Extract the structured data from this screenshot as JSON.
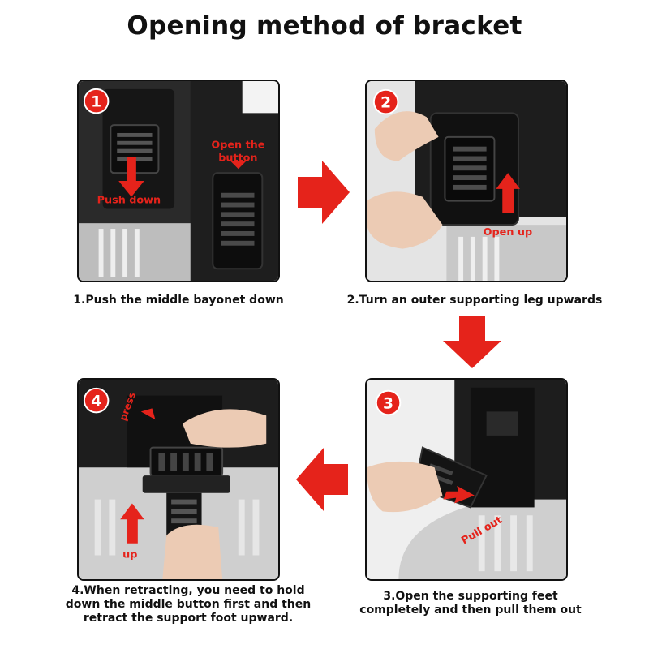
{
  "title": "Opening method of bracket",
  "colors": {
    "accent": "#e5231b",
    "device_dark": "#1c1c1c",
    "device_grey": "#c9c9c9",
    "skin": "#eccbb4"
  },
  "steps": [
    {
      "badge": "1",
      "labels": [
        "Push down",
        "Open the",
        "button"
      ],
      "caption": "1.Push the middle bayonet down"
    },
    {
      "badge": "2",
      "labels": [
        "Open up"
      ],
      "caption": "2.Turn an outer supporting leg upwards"
    },
    {
      "badge": "3",
      "labels": [
        "Pull out"
      ],
      "caption_lines": [
        "3.Open the supporting feet",
        "completely and then pull them out"
      ]
    },
    {
      "badge": "4",
      "labels": [
        "press",
        "up"
      ],
      "caption_lines": [
        "4.When retracting, you need to hold",
        "down the middle button first and then",
        "retract the support foot upward."
      ]
    }
  ],
  "flow_arrows": [
    "arrow-right-icon",
    "arrow-down-icon",
    "arrow-left-icon"
  ]
}
